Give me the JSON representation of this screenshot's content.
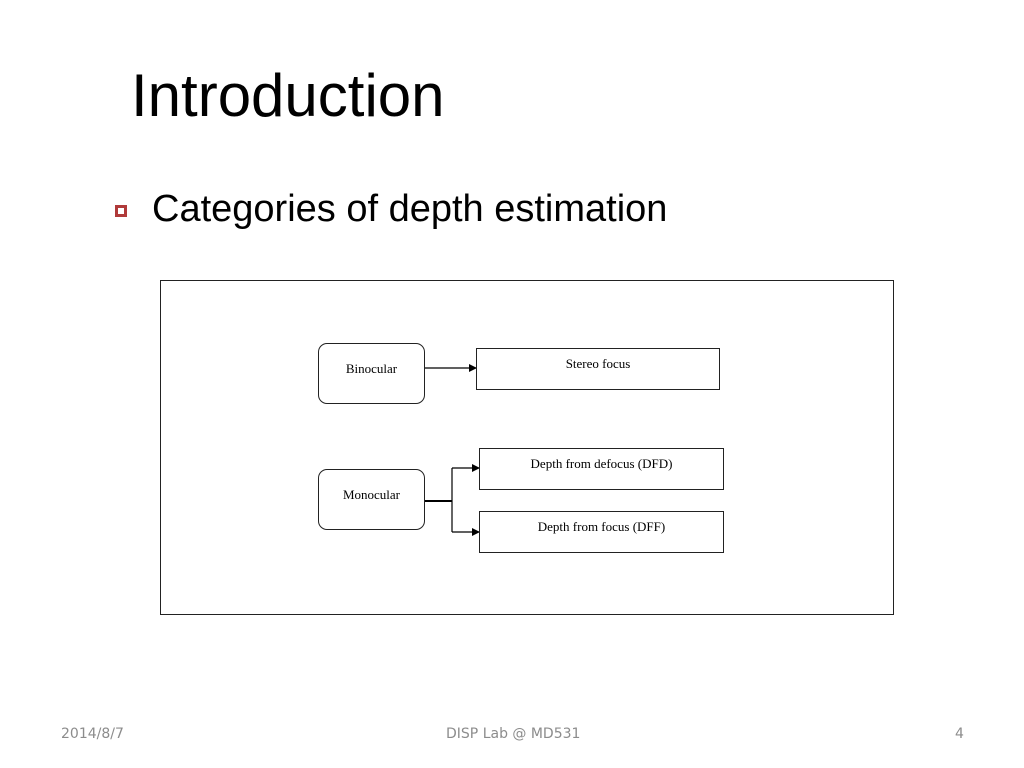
{
  "slide": {
    "title": "Introduction",
    "bullet": "Categories of depth estimation",
    "accent_color": "#b03a3a"
  },
  "diagram": {
    "binocular": "Binocular",
    "monocular": "Monocular",
    "stereo_focus": "Stereo focus",
    "dfd": "Depth from defocus (DFD)",
    "dff": "Depth from focus (DFF)"
  },
  "footer": {
    "date": "2014/8/7",
    "center": "DISP Lab @ MD531",
    "page_number": "4"
  }
}
